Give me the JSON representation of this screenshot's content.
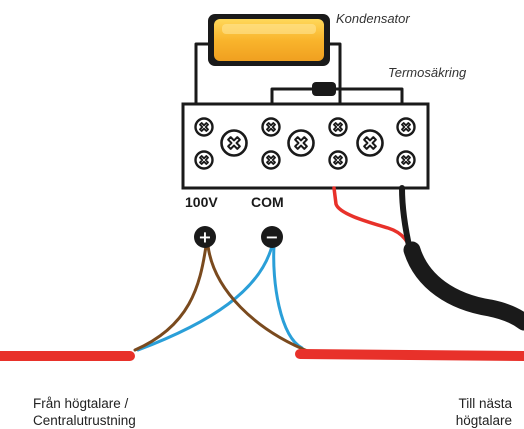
{
  "labels": {
    "capacitor": "Kondensator",
    "thermal_fuse": "Termosäkring",
    "terminal_100v": "100V",
    "terminal_com": "COM",
    "from_line1": "Från högtalare /",
    "from_line2": "Centralutrustning",
    "to_line1": "Till nästa",
    "to_line2": "högtalare"
  },
  "polarity": {
    "plus_symbol": "+",
    "minus_symbol": "−"
  },
  "colors": {
    "red_wire": "#e8312a",
    "blue_wire": "#2a9fd8",
    "brown_wire": "#7a4a1e",
    "black_cable": "#1a1a1a",
    "capacitor_fill": "#f8b52a",
    "terminal_block": "#ffffff",
    "outline": "#1a1a1a"
  }
}
